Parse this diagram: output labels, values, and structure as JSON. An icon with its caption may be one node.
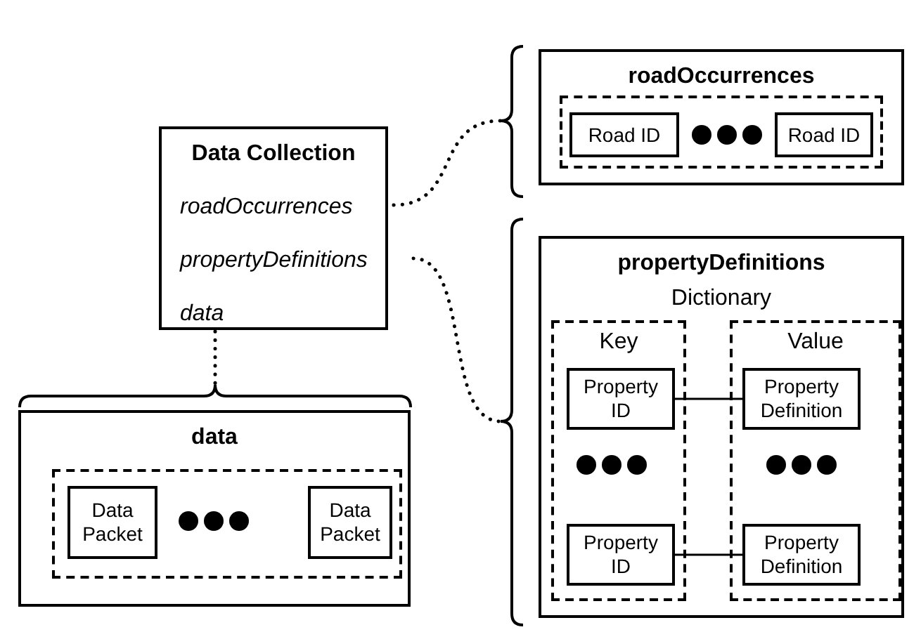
{
  "diagram": {
    "nodes": [
      {
        "text": [
          "Data Collection"
        ]
      },
      {
        "text": [
          "roadOccurrences"
        ],
        "in": 0
      },
      {
        "text": [
          "propertyDefinitions"
        ],
        "in": 0
      },
      {
        "text": [
          "data"
        ],
        "in": 0
      },
      {
        "text": [
          "roadOccurrences"
        ]
      },
      {
        "text": [],
        "shape": "box",
        "in": 4
      },
      {
        "text": [
          "Road ID"
        ],
        "in": 5
      },
      {
        "text": [
          "Road ID"
        ],
        "in": 5
      },
      {
        "text": [
          "propertyDefinitions",
          "Dictionary"
        ]
      },
      {
        "text": [
          "Key"
        ],
        "in": 8
      },
      {
        "text": [
          "Property ID"
        ],
        "in": 9
      },
      {
        "text": [
          "Property ID"
        ],
        "in": 9
      },
      {
        "text": [
          "Value"
        ],
        "in": 8
      },
      {
        "text": [
          "Property Definition"
        ],
        "in": 12
      },
      {
        "text": [
          "Property Definition"
        ],
        "in": 12
      },
      {
        "text": [
          "data"
        ]
      },
      {
        "text": [],
        "shape": "box",
        "in": 15
      },
      {
        "text": [
          "Data Packet"
        ],
        "in": 16
      },
      {
        "text": [
          "Data Packet"
        ],
        "in": 16
      }
    ],
    "edges": [
      {
        "from": 1,
        "to": 4,
        "arrow": "none",
        "style": "dashed"
      },
      {
        "from": 2,
        "to": 8,
        "arrow": "none",
        "style": "dashed"
      },
      {
        "from": 3,
        "to": 15,
        "arrow": "none",
        "style": "dashed"
      },
      {
        "from": 10,
        "to": 13,
        "arrow": "none"
      },
      {
        "from": 11,
        "to": 14,
        "arrow": "none"
      }
    ]
  }
}
